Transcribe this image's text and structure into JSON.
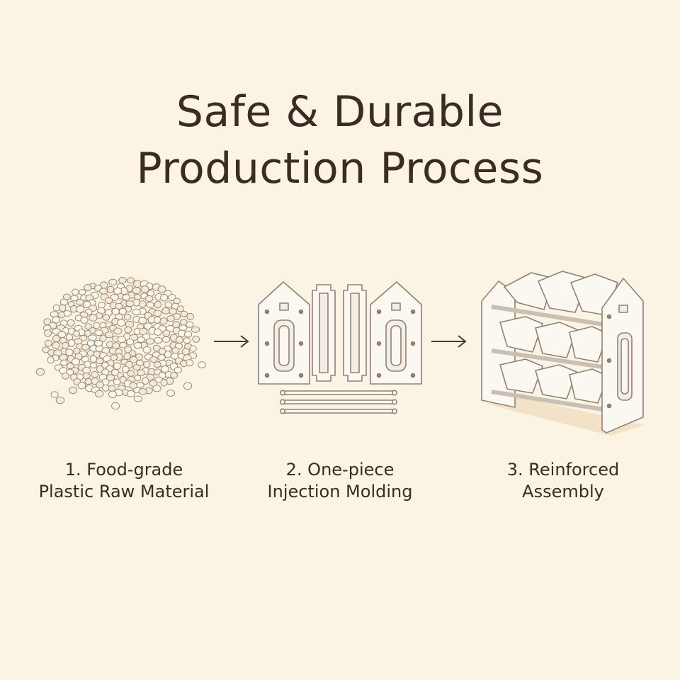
{
  "title": {
    "line1": "Safe & Durable",
    "line2": "Production Process"
  },
  "steps": [
    {
      "line1": "1. Food-grade",
      "line2": "Plastic Raw Material",
      "icon": "plastic-pellets-icon"
    },
    {
      "line1": "2. One-piece",
      "line2": "Injection Molding",
      "icon": "molded-parts-icon"
    },
    {
      "line1": "3. Reinforced",
      "line2": "Assembly",
      "icon": "storage-rack-icon"
    }
  ],
  "colors": {
    "background": "#fbf3e3",
    "text": "#3b2c23",
    "part_fill": "#fbf8f2",
    "part_stroke": "#8f8275"
  }
}
